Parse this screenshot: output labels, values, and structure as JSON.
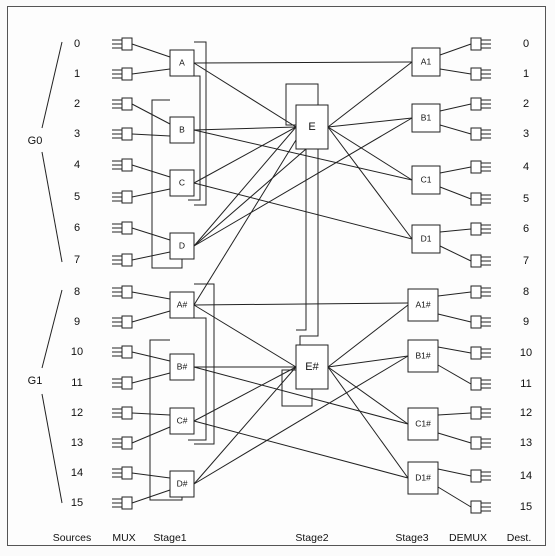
{
  "sources": [
    "0",
    "1",
    "2",
    "3",
    "4",
    "5",
    "6",
    "7",
    "8",
    "9",
    "10",
    "11",
    "12",
    "13",
    "14",
    "15"
  ],
  "destinations": [
    "0",
    "1",
    "2",
    "3",
    "4",
    "5",
    "6",
    "7",
    "8",
    "9",
    "10",
    "11",
    "12",
    "13",
    "14",
    "15"
  ],
  "groups": [
    "G0",
    "G1"
  ],
  "columns": {
    "sources": "Sources",
    "mux": "MUX",
    "stage1": "Stage1",
    "stage2": "Stage2",
    "stage3": "Stage3",
    "demux": "DEMUX",
    "dest": "Dest."
  },
  "stage1_nodes": [
    "A",
    "B",
    "C",
    "D",
    "A#",
    "B#",
    "C#",
    "D#"
  ],
  "stage2_nodes": [
    "E",
    "E#"
  ],
  "stage3_nodes": [
    "A1",
    "B1",
    "C1",
    "D1",
    "A1#",
    "B1#",
    "C1#",
    "D1#"
  ],
  "colors": {
    "line": "#222222",
    "background": "#fdfdfd"
  }
}
